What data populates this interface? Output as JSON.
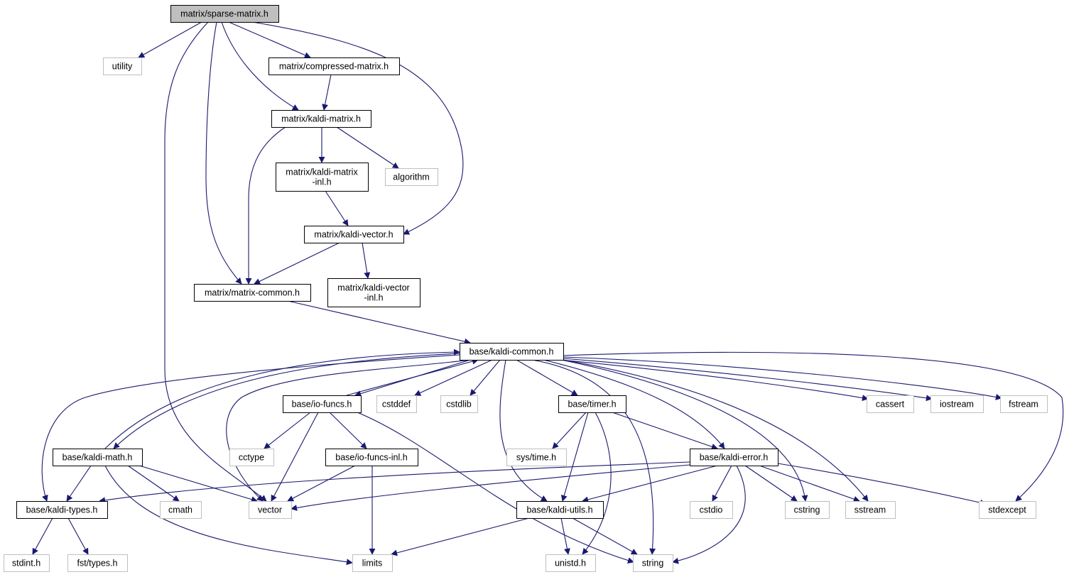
{
  "graph": {
    "colors": {
      "edge": "#191970",
      "root_fill": "#bfbfbf",
      "node_border": "#000000",
      "external_border": "#bfbfbf",
      "external_text": "#000000"
    },
    "nodes": [
      {
        "id": "sparse_matrix",
        "label": "matrix/sparse-matrix.h",
        "kind": "root"
      },
      {
        "id": "utility",
        "label": "utility",
        "kind": "external"
      },
      {
        "id": "compressed_matrix",
        "label": "matrix/compressed-matrix.h",
        "kind": "header"
      },
      {
        "id": "kaldi_matrix",
        "label": "matrix/kaldi-matrix.h",
        "kind": "header"
      },
      {
        "id": "kaldi_matrix_inl",
        "label": "matrix/kaldi-matrix\n-inl.h",
        "kind": "header"
      },
      {
        "id": "algorithm",
        "label": "algorithm",
        "kind": "external"
      },
      {
        "id": "kaldi_vector",
        "label": "matrix/kaldi-vector.h",
        "kind": "header"
      },
      {
        "id": "matrix_common",
        "label": "matrix/matrix-common.h",
        "kind": "header"
      },
      {
        "id": "kaldi_vector_inl",
        "label": "matrix/kaldi-vector\n-inl.h",
        "kind": "header"
      },
      {
        "id": "kaldi_common",
        "label": "base/kaldi-common.h",
        "kind": "header"
      },
      {
        "id": "io_funcs",
        "label": "base/io-funcs.h",
        "kind": "header"
      },
      {
        "id": "cstddef",
        "label": "cstddef",
        "kind": "external"
      },
      {
        "id": "cstdlib",
        "label": "cstdlib",
        "kind": "external"
      },
      {
        "id": "timer",
        "label": "base/timer.h",
        "kind": "header"
      },
      {
        "id": "cassert",
        "label": "cassert",
        "kind": "external"
      },
      {
        "id": "iostream",
        "label": "iostream",
        "kind": "external"
      },
      {
        "id": "fstream",
        "label": "fstream",
        "kind": "external"
      },
      {
        "id": "kaldi_math",
        "label": "base/kaldi-math.h",
        "kind": "header"
      },
      {
        "id": "cctype",
        "label": "cctype",
        "kind": "external"
      },
      {
        "id": "io_funcs_inl",
        "label": "base/io-funcs-inl.h",
        "kind": "header"
      },
      {
        "id": "sys_time",
        "label": "sys/time.h",
        "kind": "external"
      },
      {
        "id": "kaldi_error",
        "label": "base/kaldi-error.h",
        "kind": "header"
      },
      {
        "id": "kaldi_types",
        "label": "base/kaldi-types.h",
        "kind": "header"
      },
      {
        "id": "cmath",
        "label": "cmath",
        "kind": "external"
      },
      {
        "id": "vector",
        "label": "vector",
        "kind": "external"
      },
      {
        "id": "kaldi_utils",
        "label": "base/kaldi-utils.h",
        "kind": "header"
      },
      {
        "id": "cstdio",
        "label": "cstdio",
        "kind": "external"
      },
      {
        "id": "cstring",
        "label": "cstring",
        "kind": "external"
      },
      {
        "id": "sstream",
        "label": "sstream",
        "kind": "external"
      },
      {
        "id": "stdexcept",
        "label": "stdexcept",
        "kind": "external"
      },
      {
        "id": "stdint",
        "label": "stdint.h",
        "kind": "external"
      },
      {
        "id": "fst_types",
        "label": "fst/types.h",
        "kind": "external"
      },
      {
        "id": "limits",
        "label": "limits",
        "kind": "external"
      },
      {
        "id": "unistd",
        "label": "unistd.h",
        "kind": "external"
      },
      {
        "id": "string",
        "label": "string",
        "kind": "external"
      }
    ],
    "edges": [
      [
        "sparse_matrix",
        "utility"
      ],
      [
        "sparse_matrix",
        "compressed_matrix"
      ],
      [
        "sparse_matrix",
        "kaldi_matrix"
      ],
      [
        "sparse_matrix",
        "kaldi_vector"
      ],
      [
        "sparse_matrix",
        "matrix_common"
      ],
      [
        "sparse_matrix",
        "vector"
      ],
      [
        "compressed_matrix",
        "kaldi_matrix"
      ],
      [
        "kaldi_matrix",
        "kaldi_matrix_inl"
      ],
      [
        "kaldi_matrix",
        "algorithm"
      ],
      [
        "kaldi_matrix",
        "matrix_common"
      ],
      [
        "kaldi_matrix_inl",
        "kaldi_vector"
      ],
      [
        "kaldi_vector",
        "matrix_common"
      ],
      [
        "kaldi_vector",
        "kaldi_vector_inl"
      ],
      [
        "matrix_common",
        "kaldi_common"
      ],
      [
        "kaldi_common",
        "io_funcs"
      ],
      [
        "io_funcs",
        "kaldi_common"
      ],
      [
        "kaldi_common",
        "cstddef"
      ],
      [
        "kaldi_common",
        "cstdlib"
      ],
      [
        "kaldi_common",
        "timer"
      ],
      [
        "kaldi_common",
        "cassert"
      ],
      [
        "kaldi_common",
        "iostream"
      ],
      [
        "kaldi_common",
        "fstream"
      ],
      [
        "kaldi_common",
        "kaldi_math"
      ],
      [
        "kaldi_math",
        "kaldi_common"
      ],
      [
        "kaldi_common",
        "kaldi_types"
      ],
      [
        "kaldi_common",
        "vector"
      ],
      [
        "kaldi_common",
        "kaldi_utils"
      ],
      [
        "kaldi_common",
        "kaldi_error"
      ],
      [
        "kaldi_common",
        "string"
      ],
      [
        "kaldi_common",
        "cstring"
      ],
      [
        "kaldi_common",
        "sstream"
      ],
      [
        "kaldi_common",
        "stdexcept"
      ],
      [
        "io_funcs",
        "cctype"
      ],
      [
        "io_funcs",
        "io_funcs_inl"
      ],
      [
        "io_funcs",
        "vector"
      ],
      [
        "io_funcs",
        "string"
      ],
      [
        "io_funcs_inl",
        "vector"
      ],
      [
        "io_funcs_inl",
        "limits"
      ],
      [
        "timer",
        "sys_time"
      ],
      [
        "timer",
        "kaldi_error"
      ],
      [
        "timer",
        "kaldi_utils"
      ],
      [
        "timer",
        "unistd"
      ],
      [
        "kaldi_math",
        "kaldi_types"
      ],
      [
        "kaldi_math",
        "cmath"
      ],
      [
        "kaldi_math",
        "vector"
      ],
      [
        "kaldi_math",
        "limits"
      ],
      [
        "kaldi_error",
        "kaldi_types"
      ],
      [
        "kaldi_error",
        "vector"
      ],
      [
        "kaldi_error",
        "kaldi_utils"
      ],
      [
        "kaldi_error",
        "cstdio"
      ],
      [
        "kaldi_error",
        "cstring"
      ],
      [
        "kaldi_error",
        "sstream"
      ],
      [
        "kaldi_error",
        "stdexcept"
      ],
      [
        "kaldi_error",
        "string"
      ],
      [
        "kaldi_types",
        "stdint"
      ],
      [
        "kaldi_types",
        "fst_types"
      ],
      [
        "kaldi_utils",
        "limits"
      ],
      [
        "kaldi_utils",
        "unistd"
      ],
      [
        "kaldi_utils",
        "string"
      ]
    ]
  }
}
